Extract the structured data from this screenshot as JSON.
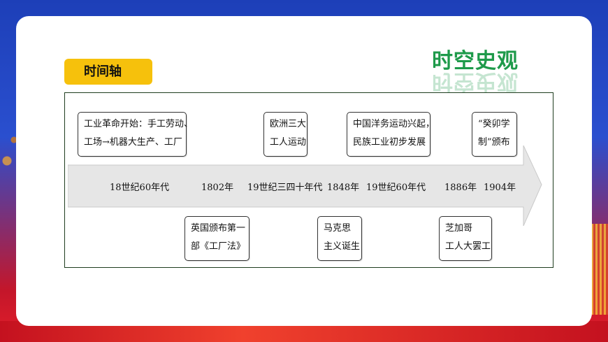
{
  "header": {
    "section_tag": "时间轴",
    "heading": "时空史观"
  },
  "timeline": {
    "years": [
      "18世纪60年代",
      "1802年",
      "19世纪三四十年代",
      "1848年",
      "19世纪60年代",
      "1886年",
      "1904年"
    ],
    "top_events": [
      {
        "lines": [
          "工业革命开始：手工劳动、",
          "工场→机器大生产、工厂"
        ]
      },
      {
        "lines": [
          "欧洲三大",
          "工人运动"
        ]
      },
      {
        "lines": [
          "中国洋务运动兴起，",
          "民族工业初步发展"
        ]
      },
      {
        "lines": [
          "“癸卯学",
          "制”颁布"
        ]
      }
    ],
    "bottom_events": [
      {
        "lines": [
          "英国颁布第一",
          "部《工厂法》"
        ]
      },
      {
        "lines": [
          "马克思",
          "主义诞生"
        ]
      },
      {
        "lines": [
          "芝加哥",
          "工人大罢工"
        ]
      }
    ]
  },
  "colors": {
    "tag_bg": "#f6c10c",
    "heading_green": "#1e9a4a",
    "arrow_gray": "#e6e6e6"
  }
}
